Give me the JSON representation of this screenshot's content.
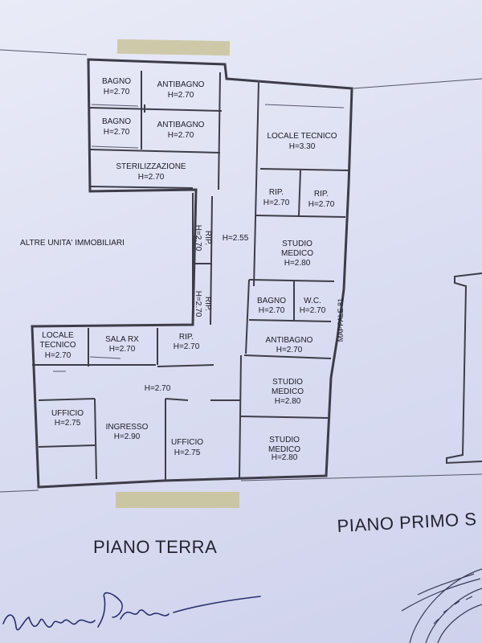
{
  "plan": {
    "rooms": [
      {
        "id": "bagno-1",
        "name": "BAGNO",
        "height": "H=2.70"
      },
      {
        "id": "antibagno-1",
        "name": "ANTIBAGNO",
        "height": "H=2.70"
      },
      {
        "id": "bagno-2",
        "name": "BAGNO",
        "height": "H=2.70"
      },
      {
        "id": "antibagno-2",
        "name": "ANTIBAGNO",
        "height": "H=2.70"
      },
      {
        "id": "locale-tecnico-1",
        "name": "LOCALE TECNICO",
        "height": "H=3.30"
      },
      {
        "id": "sterilizzazione",
        "name": "STERILIZZAZIONE",
        "height": "H=2.70"
      },
      {
        "id": "rip-1",
        "name": "RIP.",
        "height": "H=2.70"
      },
      {
        "id": "rip-2",
        "name": "RIP.",
        "height": "H=2.70"
      },
      {
        "id": "rip-vert-1",
        "name": "RIP.",
        "height": "H=2.70"
      },
      {
        "id": "corridoio",
        "name": "",
        "height": "H=2.55"
      },
      {
        "id": "studio-medico-1",
        "name": "STUDIO MEDICO",
        "height": "H=2.80"
      },
      {
        "id": "rip-vert-2",
        "name": "RIP.",
        "height": "H=2.70"
      },
      {
        "id": "bagno-3",
        "name": "BAGNO",
        "height": "H=2.70"
      },
      {
        "id": "wc",
        "name": "W.C.",
        "height": "H=2.70"
      },
      {
        "id": "antibagno-3",
        "name": "ANTIBAGNO",
        "height": "H=2.70"
      },
      {
        "id": "locale-tecnico-2",
        "name": "LOCALE TECNICO",
        "height": "H=2.70"
      },
      {
        "id": "sala-rx",
        "name": "SALA RX",
        "height": "H=2.70"
      },
      {
        "id": "rip-3",
        "name": "RIP.",
        "height": "H=2.70"
      },
      {
        "id": "atrio",
        "name": "",
        "height": "H=2.70"
      },
      {
        "id": "studio-medico-2",
        "name": "STUDIO MEDICO",
        "height": "H=2.80"
      },
      {
        "id": "ufficio-1",
        "name": "UFFICIO",
        "height": "H=2.75"
      },
      {
        "id": "ingresso",
        "name": "INGRESSO",
        "height": "H=2.90"
      },
      {
        "id": "ufficio-2",
        "name": "UFFICIO",
        "height": "H=2.75"
      },
      {
        "id": "studio-medico-3",
        "name": "STUDIO MEDICO",
        "height": "H=2.80"
      }
    ],
    "side_labels": {
      "neighbours": "ALTRE UNITA' IMMOBILIARI",
      "mappale": "MAPPALE 81"
    },
    "floor_titles": {
      "ground": "PIANO TERRA",
      "first": "PIANO PRIMO S"
    },
    "colors": {
      "wall": "#3d3d4a",
      "redaction": "#c9c39a",
      "paper": "#e4e6f5"
    }
  }
}
